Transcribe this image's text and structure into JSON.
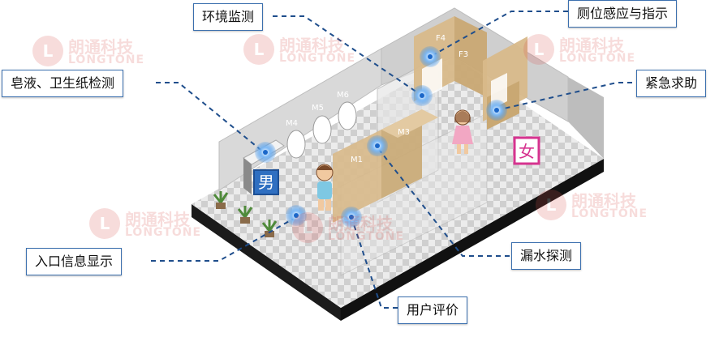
{
  "callouts": {
    "env_monitor": "环境监测",
    "stall_sensing": "厕位感应与指示",
    "soap_paper": "皂液、卫生纸检测",
    "emergency": "紧急求助",
    "entrance_info": "入口信息显示",
    "leak_detect": "漏水探测",
    "user_rating": "用户评价"
  },
  "stall_labels": {
    "m1": "M1",
    "m3": "M3",
    "m4": "M4",
    "m5": "M5",
    "m6": "M6",
    "f4": "F4",
    "f3": "F3"
  },
  "signs": {
    "male": "男",
    "female": "女"
  },
  "watermark": {
    "cn": "朗通科技",
    "en": "LONGTONE",
    "logo_glyph": "L"
  },
  "colors": {
    "accent_line": "#1f4e8c",
    "callout_border": "#3b6fae",
    "sensor": "#3a8ee6",
    "male_sign": "#2f6fc1",
    "female_sign": "#d6338f",
    "stall_wood": "#d8b98a",
    "watermark": "#d9534f"
  },
  "icons": [
    "sensor-icon",
    "plant-icon",
    "person-icon"
  ]
}
